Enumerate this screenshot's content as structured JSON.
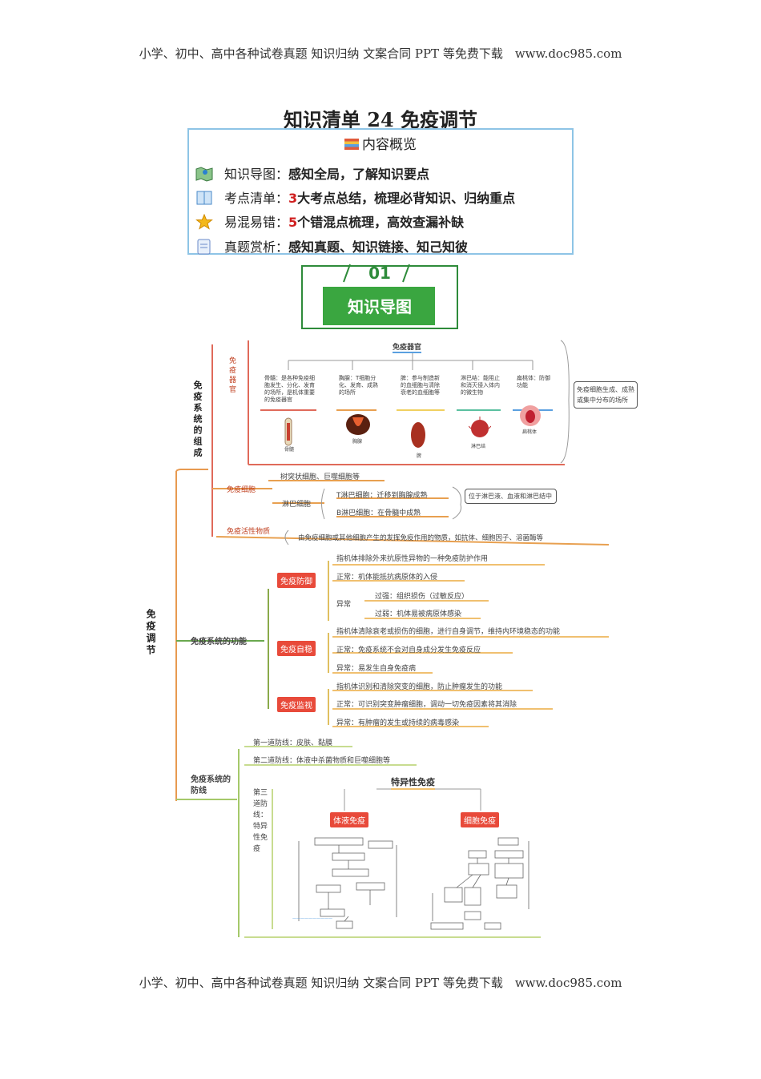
{
  "header_line": "小学、初中、高中各种试卷真题 知识归纳 文案合同 PPT 等免费下载　www.doc985.com",
  "footer_line": "小学、初中、高中各种试卷真题 知识归纳 文案合同 PPT 等免费下载　www.doc985.com",
  "title": "知识清单 24 免疫调节",
  "overview": {
    "heading": "内容概览",
    "rows": [
      {
        "label": "知识导图：",
        "num": "",
        "text": "感知全局，了解知识要点",
        "icon": "map-icon"
      },
      {
        "label": "考点清单：",
        "num": "3",
        "text": "大考点总结，梳理必背知识、归纳重点",
        "icon": "book-icon"
      },
      {
        "label": "易混易错：",
        "num": "5",
        "text": "个错混点梳理，高效查漏补缺",
        "icon": "star-icon"
      },
      {
        "label": "真题赏析：",
        "num": "",
        "text": "感知真题、知识链接、知己知彼",
        "icon": "note-icon"
      }
    ]
  },
  "badge": {
    "num": "01",
    "label": "知识导图"
  },
  "mindmap": {
    "root": "免疫调节",
    "sec1": {
      "title": "免疫系统的组成",
      "organs_label": "免疫器官",
      "organs_top": "免疫器官",
      "organs": [
        {
          "desc": "骨髓：是各种免疫细胞发生、分化、发育的场所，是机体重要的免疫器官",
          "name": "骨髓"
        },
        {
          "desc": "胸腺：T细胞分化、发育、成熟的场所",
          "name": "胸腺"
        },
        {
          "desc": "脾：参与制造新的血细胞与清除衰老的血细胞等",
          "name": "脾"
        },
        {
          "desc": "淋巴结：能阻止和消灭侵入体内的微生物",
          "name": "淋巴结"
        },
        {
          "desc": "扁桃体：防御功能",
          "name": "扁桃体"
        }
      ],
      "organs_note": "免疫细胞生成、成熟或集中分布的场所",
      "cells_label": "免疫细胞",
      "cells_top": "树突状细胞、巨噬细胞等",
      "lymph_label": "淋巴细胞",
      "t_cell": "T淋巴细胞：迁移到胸腺成熟",
      "b_cell": "B淋巴细胞：在骨髓中成熟",
      "lymph_note": "位于淋巴液、血液和淋巴结中",
      "active_label": "免疫活性物质",
      "active_text": "由免疫细胞或其他细胞产生的发挥免疫作用的物质，如抗体、细胞因子、溶菌酶等"
    },
    "sec2": {
      "title": "免疫系统的功能",
      "defense": {
        "label": "免疫防御",
        "def": "指机体排除外来抗原性异物的一种免疫防护作用",
        "normal": "正常：机体能抵抗病原体的入侵",
        "abnormal": "异常",
        "strong": "过强：组织损伤（过敏反应）",
        "weak": "过弱：机体易被病原体感染"
      },
      "stability": {
        "label": "免疫自稳",
        "def": "指机体清除衰老或损伤的细胞，进行自身调节，维持内环境稳态的功能",
        "normal": "正常：免疫系统不会对自身成分发生免疫反应",
        "abnormal": "异常：易发生自身免疫病"
      },
      "surveillance": {
        "label": "免疫监视",
        "def": "指机体识别和清除突变的细胞，防止肿瘤发生的功能",
        "normal": "正常：可识别突变肿瘤细胞，调动一切免疫因素将其消除",
        "abnormal": "异常：有肿瘤的发生或持续的病毒感染"
      }
    },
    "sec3": {
      "title": "免疫系统的防线",
      "line1": "第一道防线：皮肤、黏膜",
      "line2": "第二道防线：体液中杀菌物质和巨噬细胞等",
      "line3": "第三道防线：特异性免疫",
      "specific": "特异性免疫",
      "humoral": "体液免疫",
      "cellular": "细胞免疫"
    }
  }
}
